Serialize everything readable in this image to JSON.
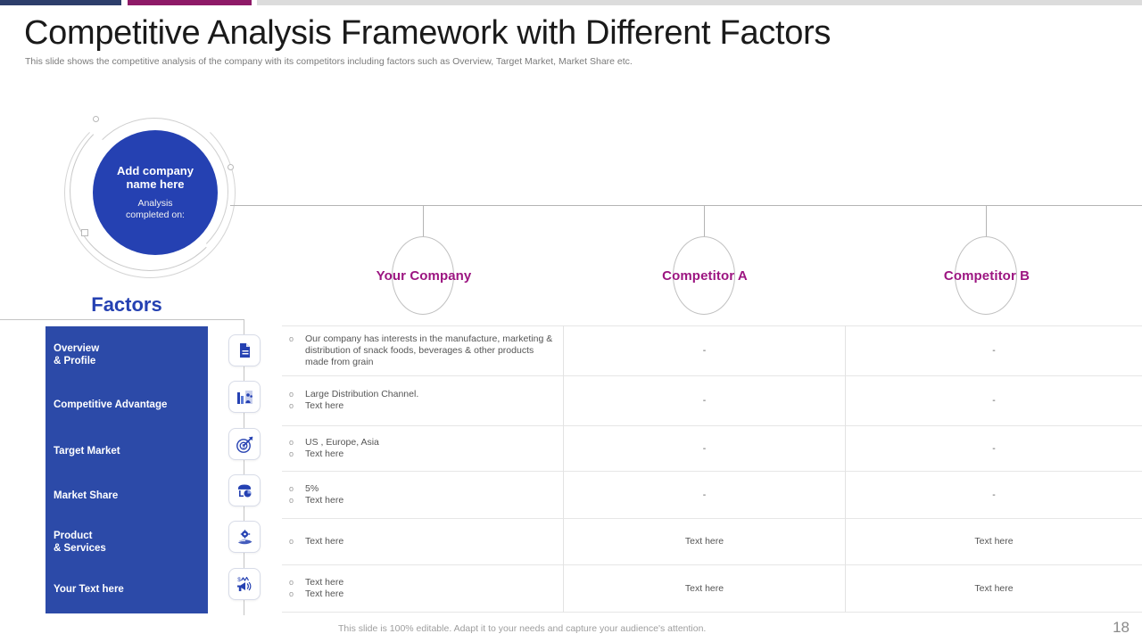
{
  "accents": {
    "navy": "#2d3e6b",
    "magenta": "#8e1a67",
    "grey": "#dcdcdc",
    "brand_blue": "#2541b2",
    "panel_blue": "#2c4aa8",
    "header_magenta": "#9c1581"
  },
  "header": {
    "title": "Competitive Analysis Framework with Different Factors",
    "subtitle": "This slide shows the competitive analysis of the company with its competitors including factors such as Overview, Target Market, Market Share etc."
  },
  "badge": {
    "company_name": "Add company name here",
    "company_name_line1": "Add company",
    "company_name_line2": "name here",
    "analysis_label_line1": "Analysis",
    "analysis_label_line2": "completed on:"
  },
  "factors_heading": "Factors",
  "columns": [
    {
      "label": "Your Company"
    },
    {
      "label": "Competitor A"
    },
    {
      "label": "Competitor B"
    }
  ],
  "rows": [
    {
      "factor_line1": "Overview",
      "factor_line2": "& Profile",
      "icon": "document-icon",
      "your_company": [
        "Our company has interests in the manufacture, marketing & distribution of snack foods, beverages & other products made from grain"
      ],
      "competitor_a": "-",
      "competitor_b": "-"
    },
    {
      "factor_line1": "Competitive Advantage",
      "factor_line2": "",
      "icon": "bar-chart-people-icon",
      "your_company": [
        "Large Distribution Channel.",
        "Text here"
      ],
      "competitor_a": "-",
      "competitor_b": "-"
    },
    {
      "factor_line1": "Target Market",
      "factor_line2": "",
      "icon": "target-arrow-icon",
      "your_company": [
        "US , Europe, Asia",
        "Text here"
      ],
      "competitor_a": "-",
      "competitor_b": "-"
    },
    {
      "factor_line1": "Market Share",
      "factor_line2": "",
      "icon": "market-share-icon",
      "your_company": [
        "5%",
        "Text here"
      ],
      "competitor_a": "-",
      "competitor_b": "-"
    },
    {
      "factor_line1": "Product",
      "factor_line2": "& Services",
      "icon": "product-services-icon",
      "your_company": [
        "Text here"
      ],
      "competitor_a": "Text here",
      "competitor_b": "Text here"
    },
    {
      "factor_line1": "Your Text here",
      "factor_line2": "",
      "icon": "promotion-megaphone-icon",
      "your_company": [
        "Text here",
        "Text here"
      ],
      "competitor_a": "Text here",
      "competitor_b": "Text here"
    }
  ],
  "footer": {
    "note": "This slide is 100% editable. Adapt it to your needs and capture your audience's attention.",
    "page_number": "18"
  }
}
